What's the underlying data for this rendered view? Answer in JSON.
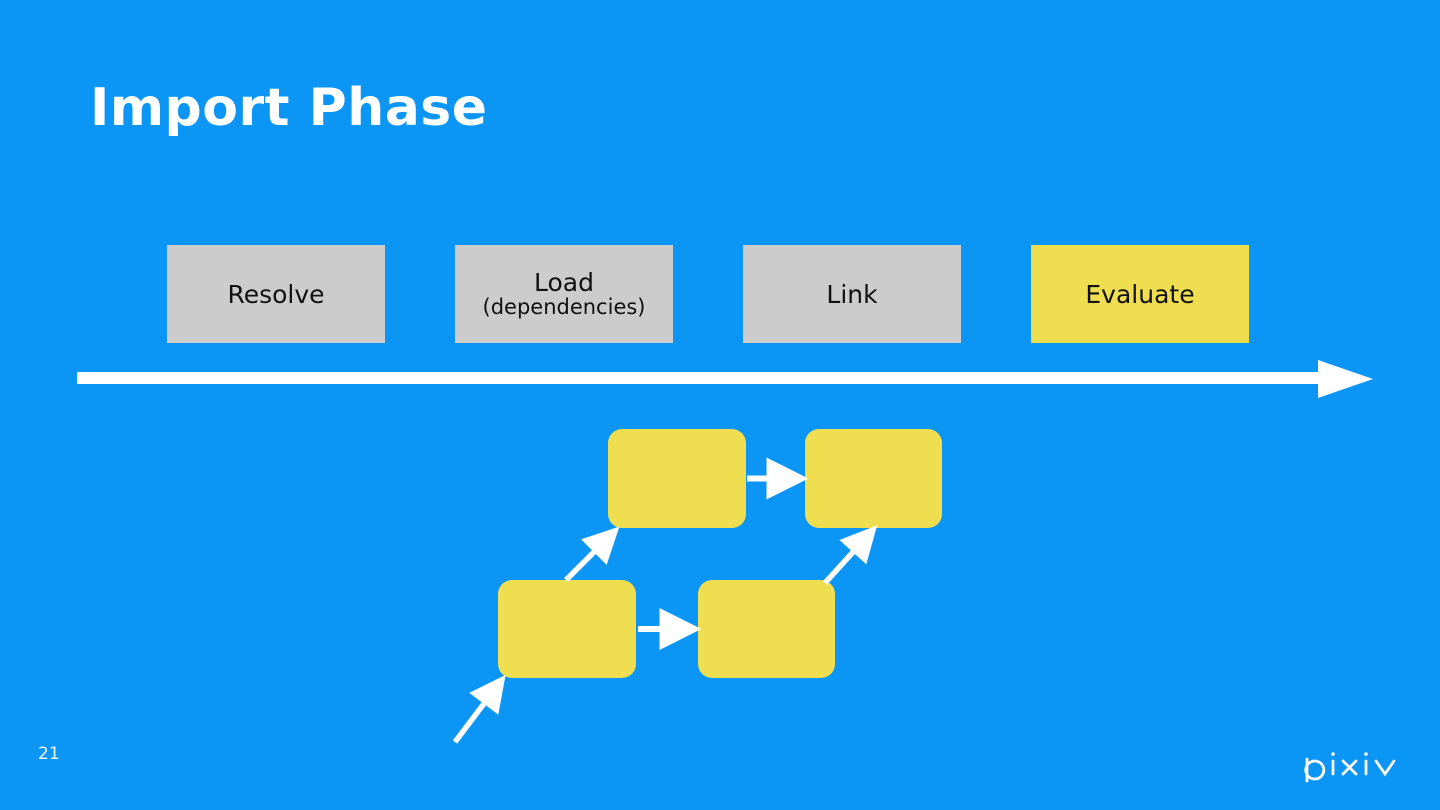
{
  "slide": {
    "title": "Import Phase",
    "page_number": "21",
    "background_color": "#0b96f5",
    "logo_name": "pixiv"
  },
  "phases": [
    {
      "label": "Resolve",
      "sublabel": "",
      "state": "inactive",
      "color": "#cccccc"
    },
    {
      "label": "Load",
      "sublabel": "(dependencies)",
      "state": "inactive",
      "color": "#cccccc"
    },
    {
      "label": "Link",
      "sublabel": "",
      "state": "inactive",
      "color": "#cccccc"
    },
    {
      "label": "Evaluate",
      "sublabel": "",
      "state": "active",
      "color": "#efde4f"
    }
  ],
  "timeline": {
    "direction": "left-to-right",
    "color": "#ffffff"
  },
  "module_graph": {
    "node_color": "#efde4f",
    "arrow_color": "#ffffff",
    "nodes": [
      {
        "id": "top-left",
        "label": ""
      },
      {
        "id": "top-right",
        "label": ""
      },
      {
        "id": "bottom-left",
        "label": ""
      },
      {
        "id": "bottom-right",
        "label": ""
      }
    ],
    "edges": [
      {
        "from": "top-left",
        "to": "top-right"
      },
      {
        "from": "bottom-left",
        "to": "top-left"
      },
      {
        "from": "bottom-left",
        "to": "bottom-right"
      },
      {
        "from": "bottom-right",
        "to": "top-right"
      },
      {
        "from": "entry",
        "to": "bottom-left"
      }
    ]
  }
}
